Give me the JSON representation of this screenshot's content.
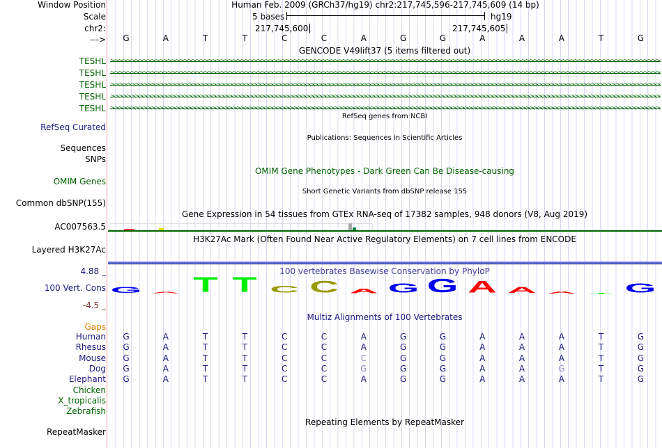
{
  "labels": {
    "window_position": "Window Position",
    "scale": "Scale",
    "chr": "chr2:",
    "strand": "--->",
    "refseq": "RefSeq Curated",
    "sequences": "Sequences",
    "snps": "SNPs",
    "omim": "OMIM Genes",
    "dbsnp": "Common dbSNP(155)",
    "gtex": "AC007563.5",
    "h3k27": "Layered H3K27Ac",
    "cons_max": "4.88 _",
    "cons": "100 Vert. Cons",
    "cons_min": "-4.5 _",
    "gaps": "Gaps",
    "repeatmasker": "RepeatMasker"
  },
  "header": {
    "assembly": "Human Feb. 2009 (GRCh37/hg19)   chr2:217,745,596-217,745,609 (14 bp)",
    "scale_text": "5 bases",
    "scale_db": "hg19",
    "pos1": "217,745,600",
    "pos2": "217,745,605"
  },
  "bases": [
    "G",
    "A",
    "T",
    "T",
    "C",
    "C",
    "A",
    "G",
    "G",
    "A",
    "A",
    "A",
    "T",
    "G"
  ],
  "tracks": {
    "gencode": "GENCODE V49lift37 (5 items filtered out)",
    "gencode_items": [
      "TESHL",
      "TESHL",
      "TESHL",
      "TESHL",
      "TESHL"
    ],
    "refseq": "RefSeq genes from NCBI",
    "pubs": "Publications: Sequences in Scientific Articles",
    "omim": "OMIM Gene Phenotypes - Dark Green Can Be Disease-causing",
    "dbsnp": "Short Genetic Variants from dbSNP release 155",
    "gtex": "Gene Expression in 54 tissues from GTEx RNA-seq of 17382 samples, 948 donors (V8, Aug 2019)",
    "h3k27": "H3K27Ac Mark (Often Found Near Active Regulatory Elements) on 7 cell lines from ENCODE",
    "phylop": "100 vertebrates Basewise Conservation by PhyloP",
    "multiz": "Multiz Alignments of 100 Vertebrates",
    "rmsk": "Repeating Elements by RepeatMasker"
  },
  "phylop_scores": [
    0.8,
    0.2,
    2.0,
    2.0,
    0.9,
    1.6,
    0.6,
    1.2,
    1.8,
    1.6,
    0.8,
    0.3,
    0.1,
    1.2
  ],
  "colors": {
    "A": "#ff0000",
    "C": "#999900",
    "G": "#0000ee",
    "T": "#00ee00"
  },
  "species": [
    {
      "name": "Human",
      "seq": [
        "G",
        "A",
        "T",
        "T",
        "C",
        "C",
        "A",
        "G",
        "G",
        "A",
        "A",
        "A",
        "T",
        "G"
      ],
      "diff": []
    },
    {
      "name": "Rhesus",
      "seq": [
        "G",
        "A",
        "T",
        "T",
        "C",
        "C",
        "A",
        "G",
        "G",
        "A",
        "A",
        "A",
        "T",
        "G"
      ],
      "diff": []
    },
    {
      "name": "Mouse",
      "seq": [
        "G",
        "A",
        "T",
        "T",
        "C",
        "C",
        "C",
        "G",
        "G",
        "A",
        "A",
        "A",
        "T",
        "G"
      ],
      "diff": [
        6
      ]
    },
    {
      "name": "Dog",
      "seq": [
        "G",
        "A",
        "T",
        "T",
        "C",
        "C",
        "G",
        "G",
        "G",
        "A",
        "A",
        "G",
        "T",
        "G"
      ],
      "diff": [
        6,
        11
      ]
    },
    {
      "name": "Elephant",
      "seq": [
        "G",
        "A",
        "T",
        "T",
        "C",
        "C",
        "A",
        "G",
        "G",
        "A",
        "A",
        "A",
        "T",
        "G"
      ],
      "diff": []
    },
    {
      "name": "Chicken",
      "seq": [],
      "diff": []
    },
    {
      "name": "X_tropicalis",
      "seq": [],
      "diff": []
    },
    {
      "name": "Zebrafish",
      "seq": [],
      "diff": []
    }
  ]
}
